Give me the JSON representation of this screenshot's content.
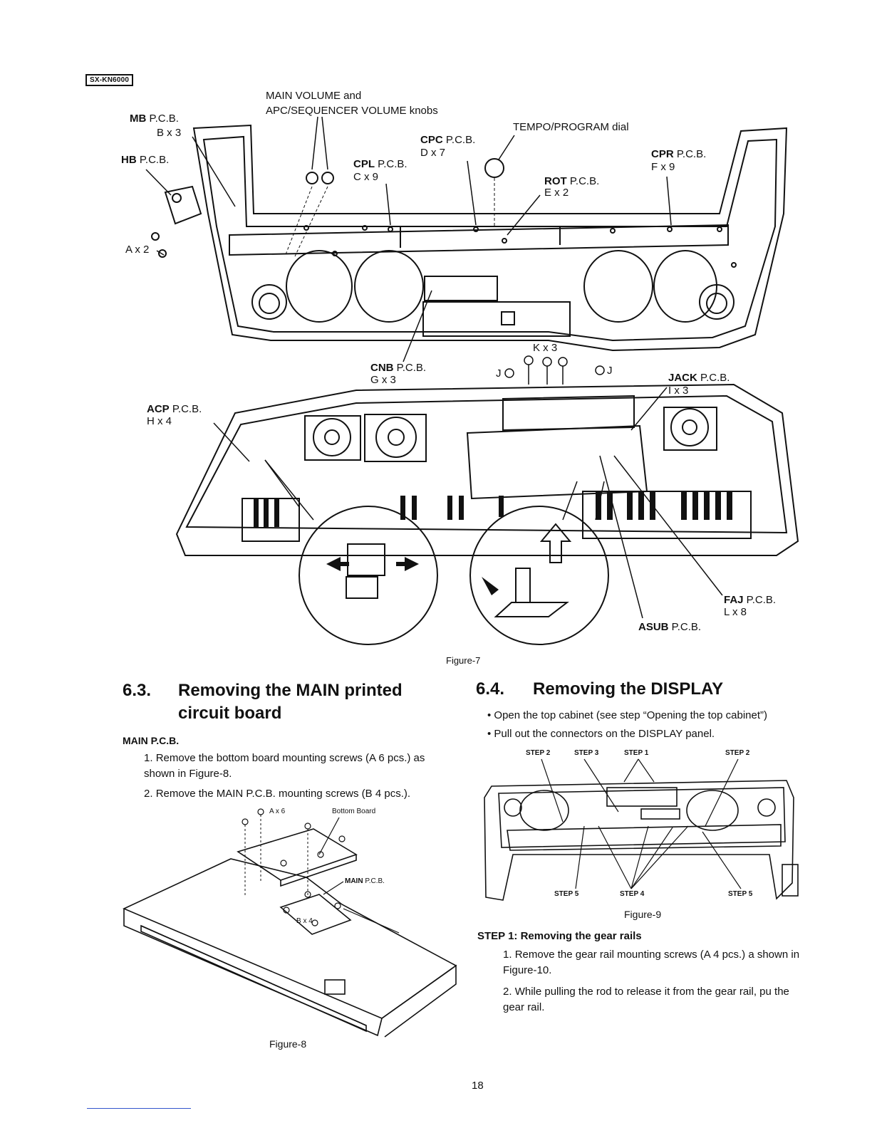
{
  "header": {
    "model_tag": "SX-KN6000"
  },
  "figure7": {
    "caption": "Figure-7",
    "labels": {
      "main_volume_line1": "MAIN VOLUME and",
      "main_volume_line2": "APC/SEQUENCER VOLUME knobs",
      "tempo_dial": "TEMPO/PROGRAM dial",
      "mb_bold": "MB",
      "mb_rest": " P.C.B.",
      "mb_qty": "B x 3",
      "hb_bold": "HB",
      "hb_rest": " P.C.B.",
      "a_qty": "A x 2",
      "cpc_bold": "CPC",
      "cpc_rest": " P.C.B.",
      "cpc_qty": "D x 7",
      "cpl_bold": "CPL",
      "cpl_rest": " P.C.B.",
      "cpl_qty": "C x 9",
      "cpr_bold": "CPR",
      "cpr_rest": " P.C.B.",
      "cpr_qty": "F x 9",
      "rot_bold": "ROT",
      "rot_rest": " P.C.B.",
      "rot_qty": "E x 2",
      "cnb_bold": "CNB",
      "cnb_rest": " P.C.B.",
      "cnb_qty": "G x 3",
      "k_qty": "K x 3",
      "j_left": "J",
      "j_right": "J",
      "jack_bold": "JACK",
      "jack_rest": " P.C.B.",
      "jack_qty": "I x 3",
      "acp_bold": "ACP",
      "acp_rest": " P.C.B.",
      "acp_qty": "H x 4",
      "faj_bold": "FAJ",
      "faj_rest": " P.C.B.",
      "faj_qty": "L x 8",
      "asub_bold": "ASUB",
      "asub_rest": " P.C.B."
    }
  },
  "section63": {
    "number": "6.3.",
    "title_line1": "Removing the MAIN printed",
    "title_line2": "circuit board",
    "subhead": "MAIN P.C.B.",
    "steps": [
      {
        "num": "1.",
        "text": "Remove the bottom board mounting screws (A 6 pcs.) as shown in Figure-8."
      },
      {
        "num": "2.",
        "text": "Remove the MAIN P.C.B. mounting screws (B 4 pcs.)."
      }
    ],
    "figure": {
      "caption": "Figure-8",
      "a_qty": "A x 6",
      "bottom_board": "Bottom Board",
      "main_pcb_bold": "MAIN",
      "main_pcb_rest": " P.C.B.",
      "b_qty": "B x 4"
    }
  },
  "section64": {
    "number": "6.4.",
    "title": "Removing the DISPLAY",
    "bullets": [
      "Open the top cabinet (see step “Opening the top cabinet”)",
      "Pull out the connectors on the DISPLAY panel."
    ],
    "figure": {
      "caption": "Figure-9",
      "step_labels": {
        "s2a": "STEP 2",
        "s3": "STEP 3",
        "s1": "STEP 1",
        "s2b": "STEP 2",
        "s5a": "STEP 5",
        "s4": "STEP 4",
        "s5b": "STEP 5"
      }
    },
    "step1_head": "STEP 1: Removing the gear rails",
    "step1_items": [
      {
        "num": "1.",
        "text": "Remove the gear rail mounting screws (A 4 pcs.) a shown in Figure-10."
      },
      {
        "num": "2.",
        "text": "While pulling the rod to release it from the gear rail, pu the gear rail."
      }
    ]
  },
  "footer": {
    "page_number": "18"
  }
}
